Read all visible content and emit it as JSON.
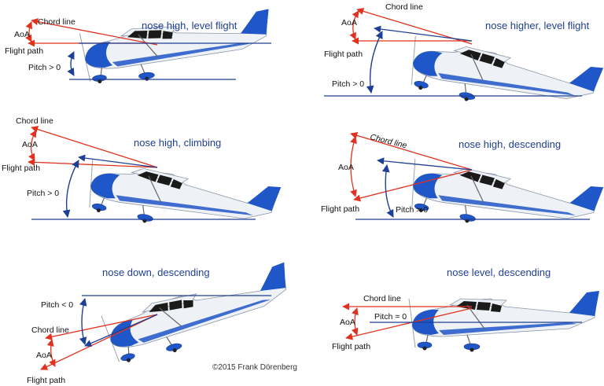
{
  "panels": [
    {
      "caption": "nose high, level flight",
      "labels": {
        "chord": "Chord line",
        "aoa": "AoA",
        "flight": "Flight path",
        "pitch": "Pitch > 0"
      }
    },
    {
      "caption": "nose higher, level flight",
      "labels": {
        "chord": "Chord line",
        "aoa": "AoA",
        "flight": "Flight path",
        "pitch": "Pitch > 0"
      }
    },
    {
      "caption": "nose high, climbing",
      "labels": {
        "chord": "Chord line",
        "aoa": "AoA",
        "flight": "Flight path",
        "pitch": "Pitch > 0"
      }
    },
    {
      "caption": "nose high, descending",
      "labels": {
        "chord": "Chord line",
        "aoa": "AoA",
        "flight": "Flight path",
        "pitch": "Pitch > 0"
      }
    },
    {
      "caption": "nose down, descending",
      "labels": {
        "chord": "Chord line",
        "aoa": "AoA",
        "flight": "Flight path",
        "pitch": "Pitch < 0"
      }
    },
    {
      "caption": "nose level, descending",
      "labels": {
        "chord": "Chord line",
        "aoa": "AoA",
        "flight": "Flight path",
        "pitch": "Pitch = 0"
      }
    }
  ],
  "copyright": "©2015 Frank Dörenberg",
  "colors": {
    "chord": "#e0321e",
    "flight_path": "#e0321e",
    "horizon": "#1d3f94",
    "caption": "#1f3f8f",
    "aircraft_accent": "#1f56c8"
  }
}
